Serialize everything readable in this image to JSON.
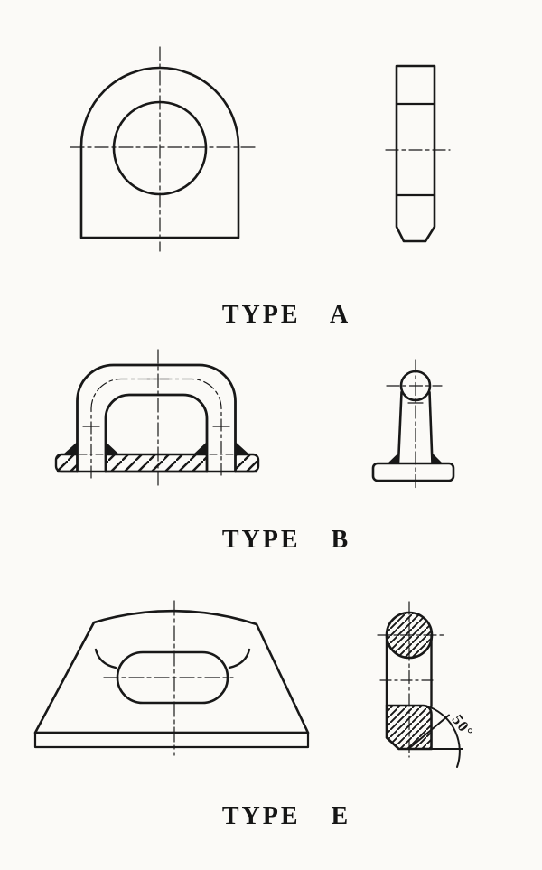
{
  "sheet": {
    "background": "#fbfaf7",
    "line_color": "#181818",
    "figures": [
      {
        "id": "type-a",
        "label": "TYPE A"
      },
      {
        "id": "type-b",
        "label": "TYPE B"
      },
      {
        "id": "type-e",
        "label": "TYPE E"
      }
    ],
    "annotations": {
      "bevel_angle": "50°"
    }
  }
}
